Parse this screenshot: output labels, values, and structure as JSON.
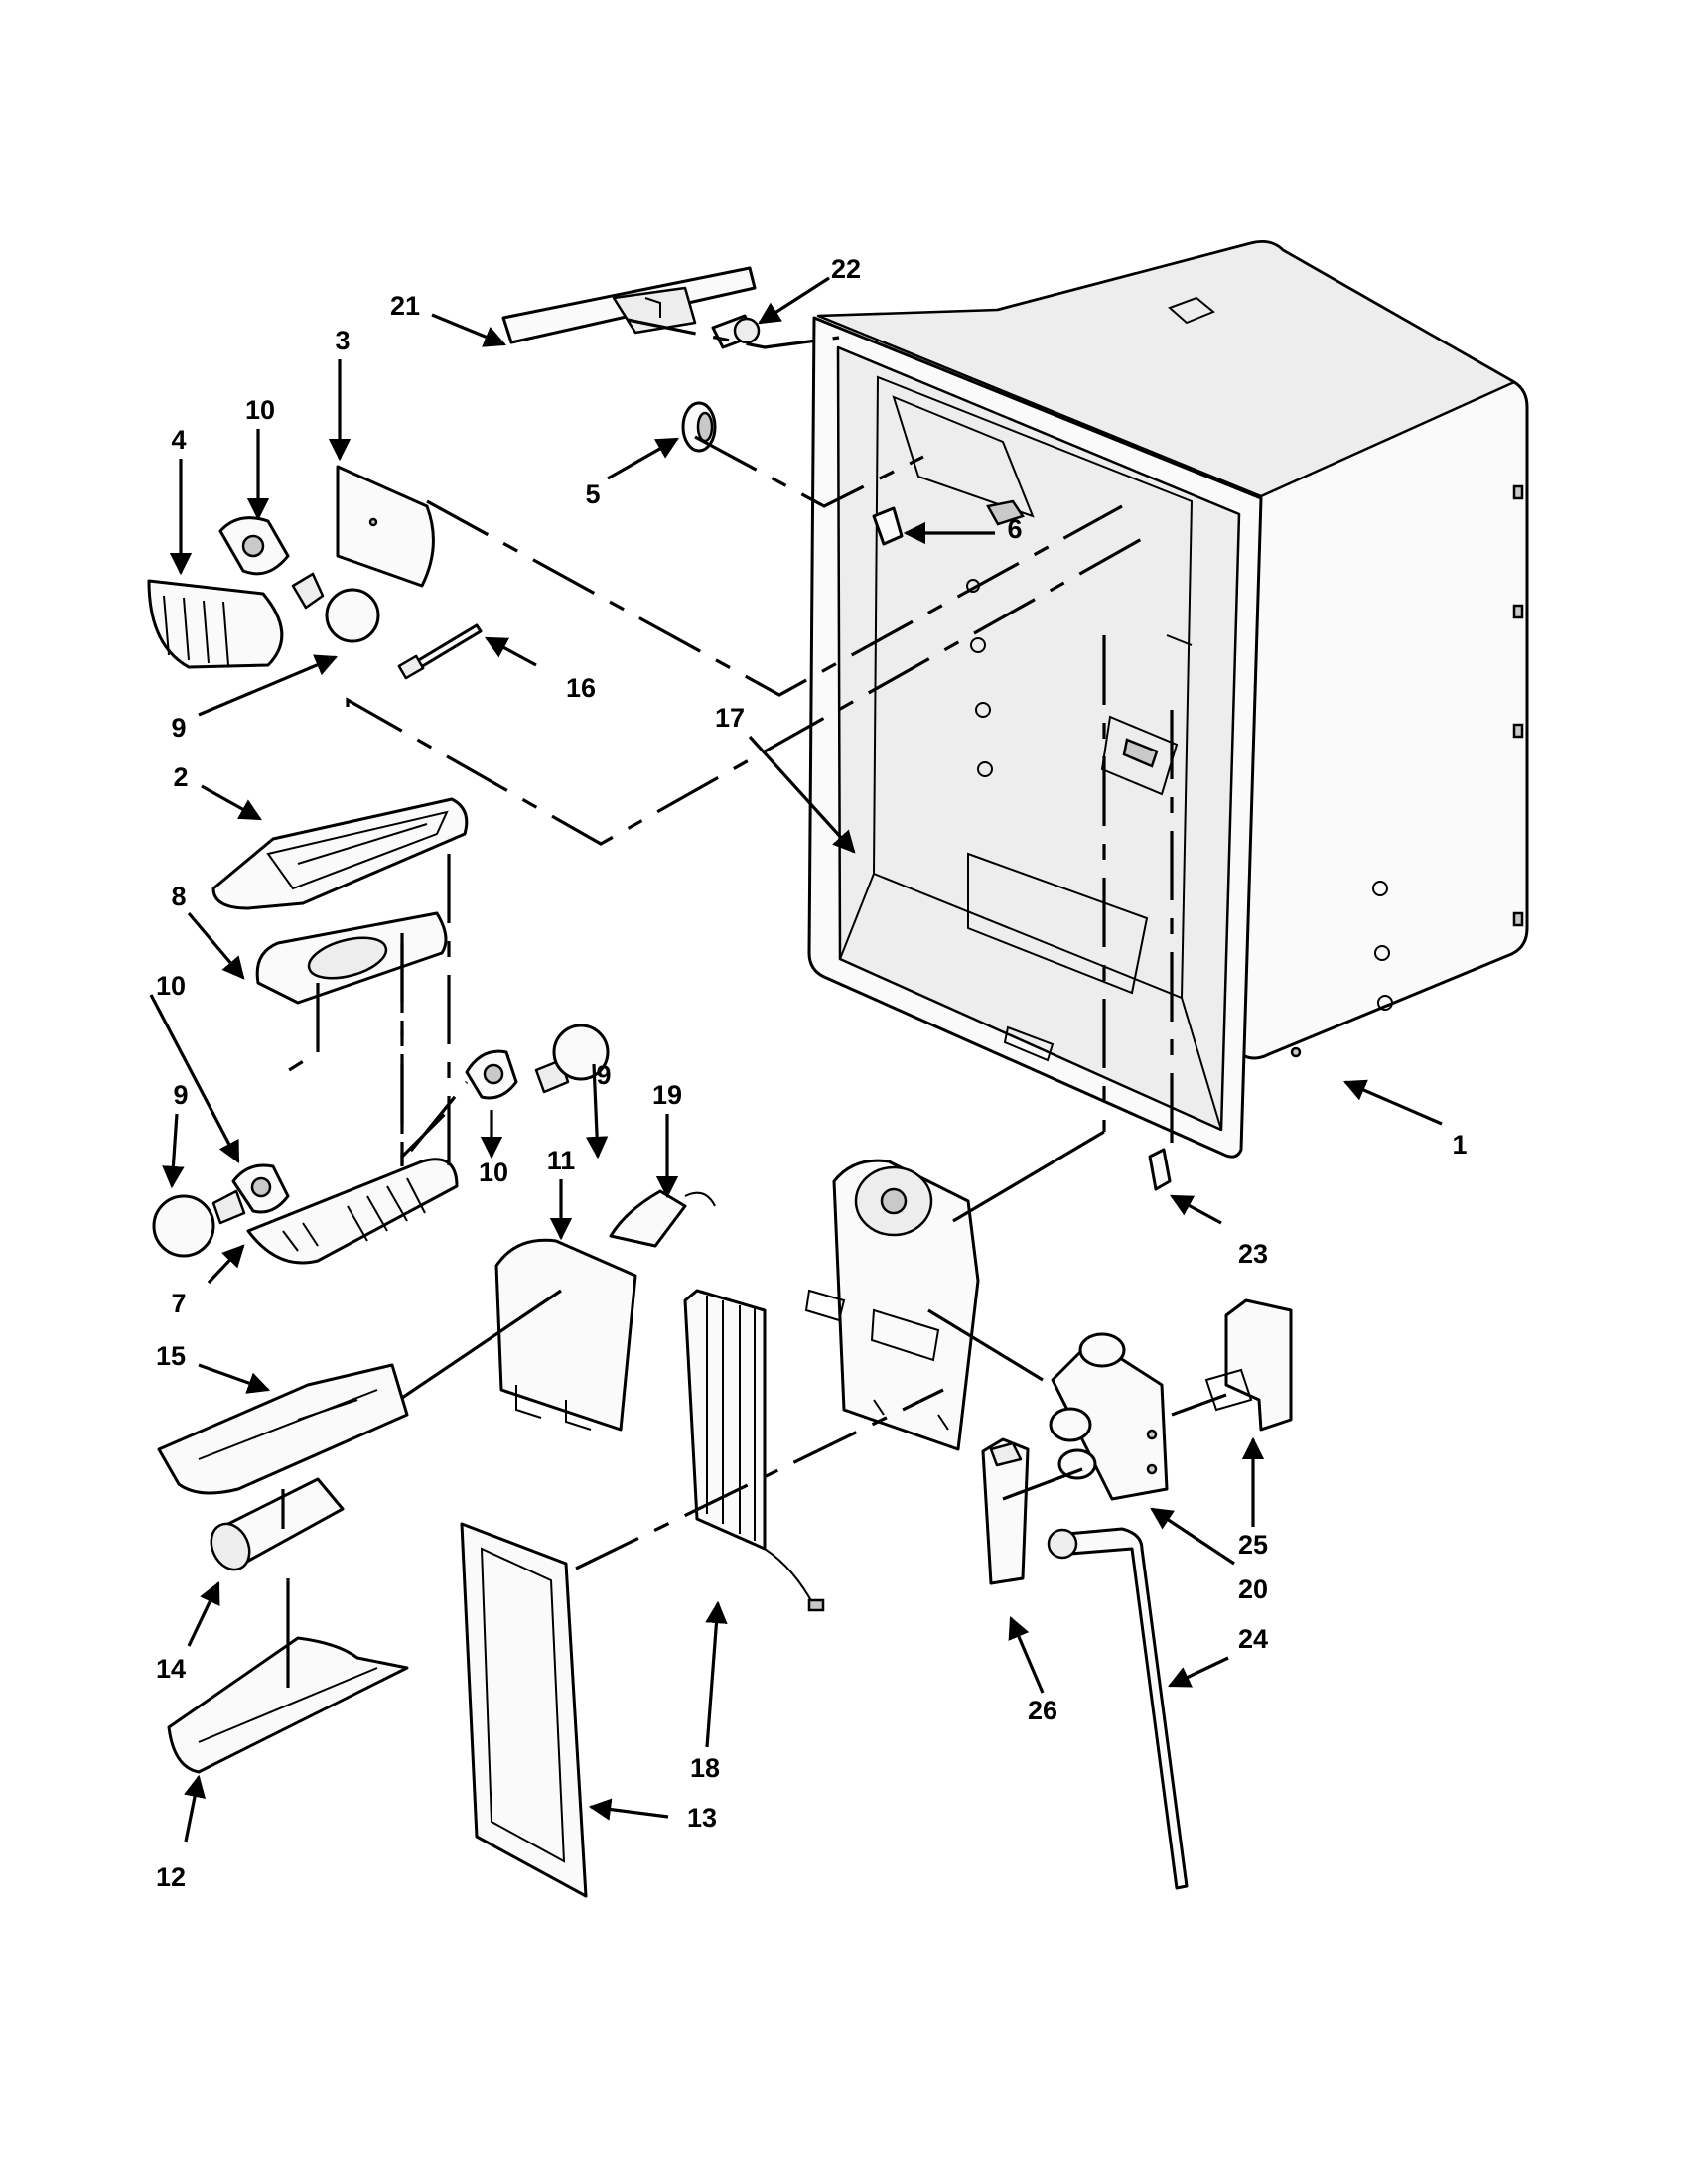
{
  "callouts": [
    {
      "id": "c1",
      "label": "1"
    },
    {
      "id": "c2",
      "label": "2"
    },
    {
      "id": "c3",
      "label": "3"
    },
    {
      "id": "c4",
      "label": "4"
    },
    {
      "id": "c5",
      "label": "5"
    },
    {
      "id": "c6",
      "label": "6"
    },
    {
      "id": "c7",
      "label": "7"
    },
    {
      "id": "c8",
      "label": "8"
    },
    {
      "id": "c9a",
      "label": "9"
    },
    {
      "id": "c9b",
      "label": "9"
    },
    {
      "id": "c9c",
      "label": "9"
    },
    {
      "id": "c10a",
      "label": "10"
    },
    {
      "id": "c10b",
      "label": "10"
    },
    {
      "id": "c10c",
      "label": "10"
    },
    {
      "id": "c11",
      "label": "11"
    },
    {
      "id": "c12",
      "label": "12"
    },
    {
      "id": "c13",
      "label": "13"
    },
    {
      "id": "c14",
      "label": "14"
    },
    {
      "id": "c15",
      "label": "15"
    },
    {
      "id": "c16",
      "label": "16"
    },
    {
      "id": "c17",
      "label": "17"
    },
    {
      "id": "c18",
      "label": "18"
    },
    {
      "id": "c19",
      "label": "19"
    },
    {
      "id": "c20",
      "label": "20"
    },
    {
      "id": "c21",
      "label": "21"
    },
    {
      "id": "c22",
      "label": "22"
    },
    {
      "id": "c23",
      "label": "23"
    },
    {
      "id": "c24",
      "label": "24"
    },
    {
      "id": "c25",
      "label": "25"
    },
    {
      "id": "c26",
      "label": "26"
    }
  ]
}
